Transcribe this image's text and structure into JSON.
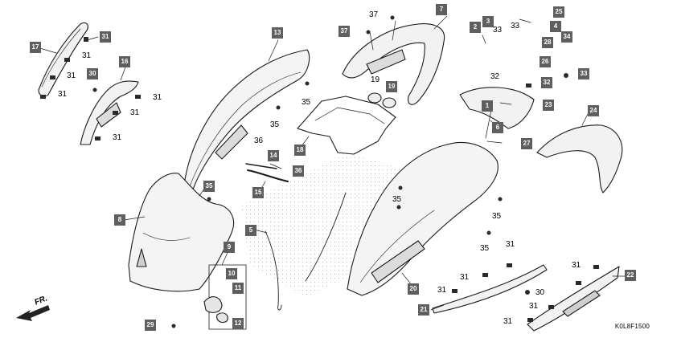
{
  "diagram": {
    "drawing_code": "K0L8F1500",
    "direction_label": "FR.",
    "callouts": [
      {
        "label": "1",
        "style": "box"
      },
      {
        "label": "2",
        "style": "box"
      },
      {
        "label": "3",
        "style": "box"
      },
      {
        "label": "4",
        "style": "box"
      },
      {
        "label": "5",
        "style": "box"
      },
      {
        "label": "6",
        "style": "box"
      },
      {
        "label": "7",
        "style": "box"
      },
      {
        "label": "8",
        "style": "box"
      },
      {
        "label": "9",
        "style": "box"
      },
      {
        "label": "10",
        "style": "box"
      },
      {
        "label": "11",
        "style": "box"
      },
      {
        "label": "12",
        "style": "box"
      },
      {
        "label": "13",
        "style": "box"
      },
      {
        "label": "14",
        "style": "box"
      },
      {
        "label": "15",
        "style": "box"
      },
      {
        "label": "16",
        "style": "box"
      },
      {
        "label": "17",
        "style": "box"
      },
      {
        "label": "18",
        "style": "box"
      },
      {
        "label": "19",
        "style": "box"
      },
      {
        "label": "20",
        "style": "box"
      },
      {
        "label": "21",
        "style": "box"
      },
      {
        "label": "22",
        "style": "box"
      },
      {
        "label": "23",
        "style": "box"
      },
      {
        "label": "24",
        "style": "box"
      },
      {
        "label": "25",
        "style": "box"
      },
      {
        "label": "26",
        "style": "box"
      },
      {
        "label": "27",
        "style": "box"
      },
      {
        "label": "28",
        "style": "box"
      },
      {
        "label": "29",
        "style": "box"
      },
      {
        "label": "30",
        "style": "box"
      },
      {
        "label": "31",
        "style": "box"
      },
      {
        "label": "32",
        "style": "box"
      },
      {
        "label": "33",
        "style": "box"
      },
      {
        "label": "34",
        "style": "box"
      },
      {
        "label": "35",
        "style": "box"
      },
      {
        "label": "36",
        "style": "box"
      },
      {
        "label": "37",
        "style": "box"
      },
      {
        "label": "31",
        "style": "text"
      },
      {
        "label": "31",
        "style": "text"
      },
      {
        "label": "31",
        "style": "text"
      },
      {
        "label": "31",
        "style": "text"
      },
      {
        "label": "31",
        "style": "text"
      },
      {
        "label": "31",
        "style": "text"
      },
      {
        "label": "31",
        "style": "text"
      },
      {
        "label": "31",
        "style": "text"
      },
      {
        "label": "31",
        "style": "text"
      },
      {
        "label": "31",
        "style": "text"
      },
      {
        "label": "31",
        "style": "text"
      },
      {
        "label": "31",
        "style": "text"
      },
      {
        "label": "35",
        "style": "text"
      },
      {
        "label": "35",
        "style": "text"
      },
      {
        "label": "35",
        "style": "text"
      },
      {
        "label": "35",
        "style": "text"
      },
      {
        "label": "35",
        "style": "text"
      },
      {
        "label": "36",
        "style": "text"
      },
      {
        "label": "37",
        "style": "text"
      },
      {
        "label": "19",
        "style": "text"
      },
      {
        "label": "33",
        "style": "text"
      },
      {
        "label": "33",
        "style": "text"
      },
      {
        "label": "32",
        "style": "text"
      },
      {
        "label": "30",
        "style": "text"
      }
    ]
  }
}
